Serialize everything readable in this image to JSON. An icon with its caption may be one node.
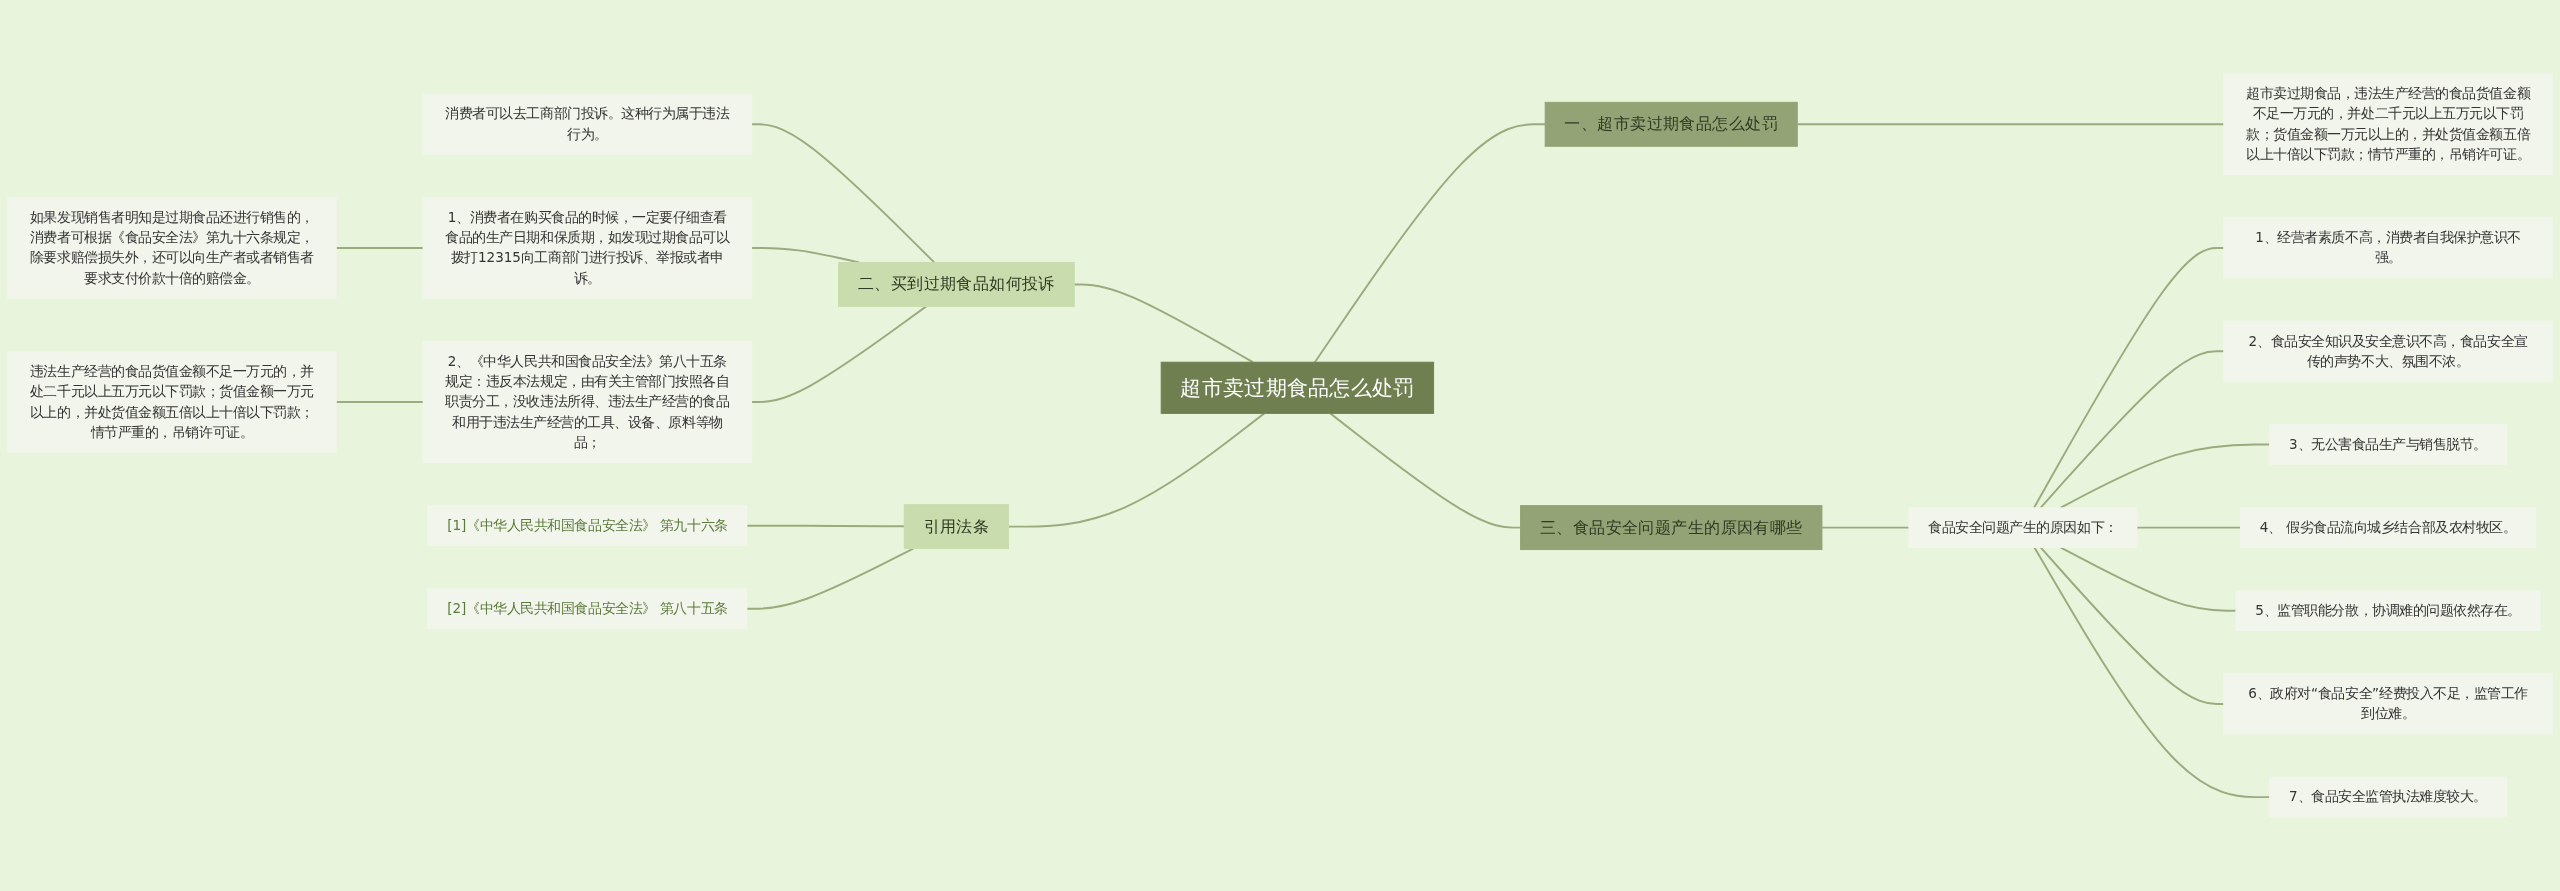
{
  "diagram": {
    "nodes": [
      {
        "text": [
          "超市卖过期食品怎么处罚"
        ]
      },
      {
        "text": [
          "一、超市卖过期食品怎么处罚"
        ]
      },
      {
        "text": [
          "超市卖过期食品，违法生产经营的食品货值金额不足一万元的，并处二千元以上五万元以下罚款；货值金额一万元以上的，并处货值金额五倍以上十倍以下罚款；情节严重的，吊销许可证。"
        ]
      },
      {
        "text": [
          "二、买到过期食品如何投诉"
        ]
      },
      {
        "text": [
          "消费者可以去工商部门投诉。这种行为属于违法行为。"
        ]
      },
      {
        "text": [
          "1、消费者在购买食品的时候，一定要仔细查看食品的生产日期和保质期，如发现过期食品可以拨打12315向工商部门进行投诉、举报或者申诉。"
        ]
      },
      {
        "text": [
          "如果发现销售者明知是过期食品还进行销售的，消费者可根据《食品安全法》第九十六条规定，除要求赔偿损失外，还可以向生产者或者销售者要求支付价款十倍的赔偿金。"
        ]
      },
      {
        "text": [
          "2、《中华人民共和国食品安全法》第八十五条规定：违反本法规定，由有关主管部门按照各自职责分工，没收违法所得、违法生产经营的食品和用于违法生产经营的工具、设备、原料等物品；"
        ]
      },
      {
        "text": [
          "违法生产经营的食品货值金额不足一万元的，并处二千元以上五万元以下罚款；货值金额一万元以上的，并处货值金额五倍以上十倍以下罚款；情节严重的，吊销许可证。"
        ]
      },
      {
        "text": [
          "三、食品安全问题产生的原因有哪些"
        ]
      },
      {
        "text": [
          "食品安全问题产生的原因如下："
        ]
      },
      {
        "text": [
          "1、经营者素质不高，消费者自我保护意识不强。"
        ]
      },
      {
        "text": [
          "2、食品安全知识及安全意识不高，食品安全宣传的声势不大、氛围不浓。"
        ]
      },
      {
        "text": [
          "3、无公害食品生产与销售脱节。"
        ]
      },
      {
        "text": [
          "4、 假劣食品流向城乡结合部及农村牧区。"
        ]
      },
      {
        "text": [
          "5、监管职能分散，协调难的问题依然存在。"
        ]
      },
      {
        "text": [
          "6、政府对“食品安全”经费投入不足，监管工作到位难。"
        ]
      },
      {
        "text": [
          "7、食品安全监管执法难度较大。"
        ]
      },
      {
        "text": [
          "引用法条"
        ]
      },
      {
        "text": [
          "[1]《中华人民共和国食品安全法》 第九十六条"
        ]
      },
      {
        "text": [
          "[2]《中华人民共和国食品安全法》 第八十五条"
        ]
      }
    ],
    "edges": [
      {
        "from": 0,
        "to": 1,
        "arrow": "none"
      },
      {
        "from": 1,
        "to": 2,
        "arrow": "none"
      },
      {
        "from": 0,
        "to": 3,
        "arrow": "none"
      },
      {
        "from": 3,
        "to": 4,
        "arrow": "none"
      },
      {
        "from": 3,
        "to": 5,
        "arrow": "none"
      },
      {
        "from": 5,
        "to": 6,
        "arrow": "none"
      },
      {
        "from": 3,
        "to": 7,
        "arrow": "none"
      },
      {
        "from": 7,
        "to": 8,
        "arrow": "none"
      },
      {
        "from": 0,
        "to": 9,
        "arrow": "none"
      },
      {
        "from": 9,
        "to": 10,
        "arrow": "none"
      },
      {
        "from": 10,
        "to": 11,
        "arrow": "none"
      },
      {
        "from": 10,
        "to": 12,
        "arrow": "none"
      },
      {
        "from": 10,
        "to": 13,
        "arrow": "none"
      },
      {
        "from": 10,
        "to": 14,
        "arrow": "none"
      },
      {
        "from": 10,
        "to": 15,
        "arrow": "none"
      },
      {
        "from": 10,
        "to": 16,
        "arrow": "none"
      },
      {
        "from": 10,
        "to": 17,
        "arrow": "none"
      },
      {
        "from": 0,
        "to": 18,
        "arrow": "none"
      },
      {
        "from": 18,
        "to": 19,
        "arrow": "none"
      },
      {
        "from": 18,
        "to": 20,
        "arrow": "none"
      }
    ]
  }
}
